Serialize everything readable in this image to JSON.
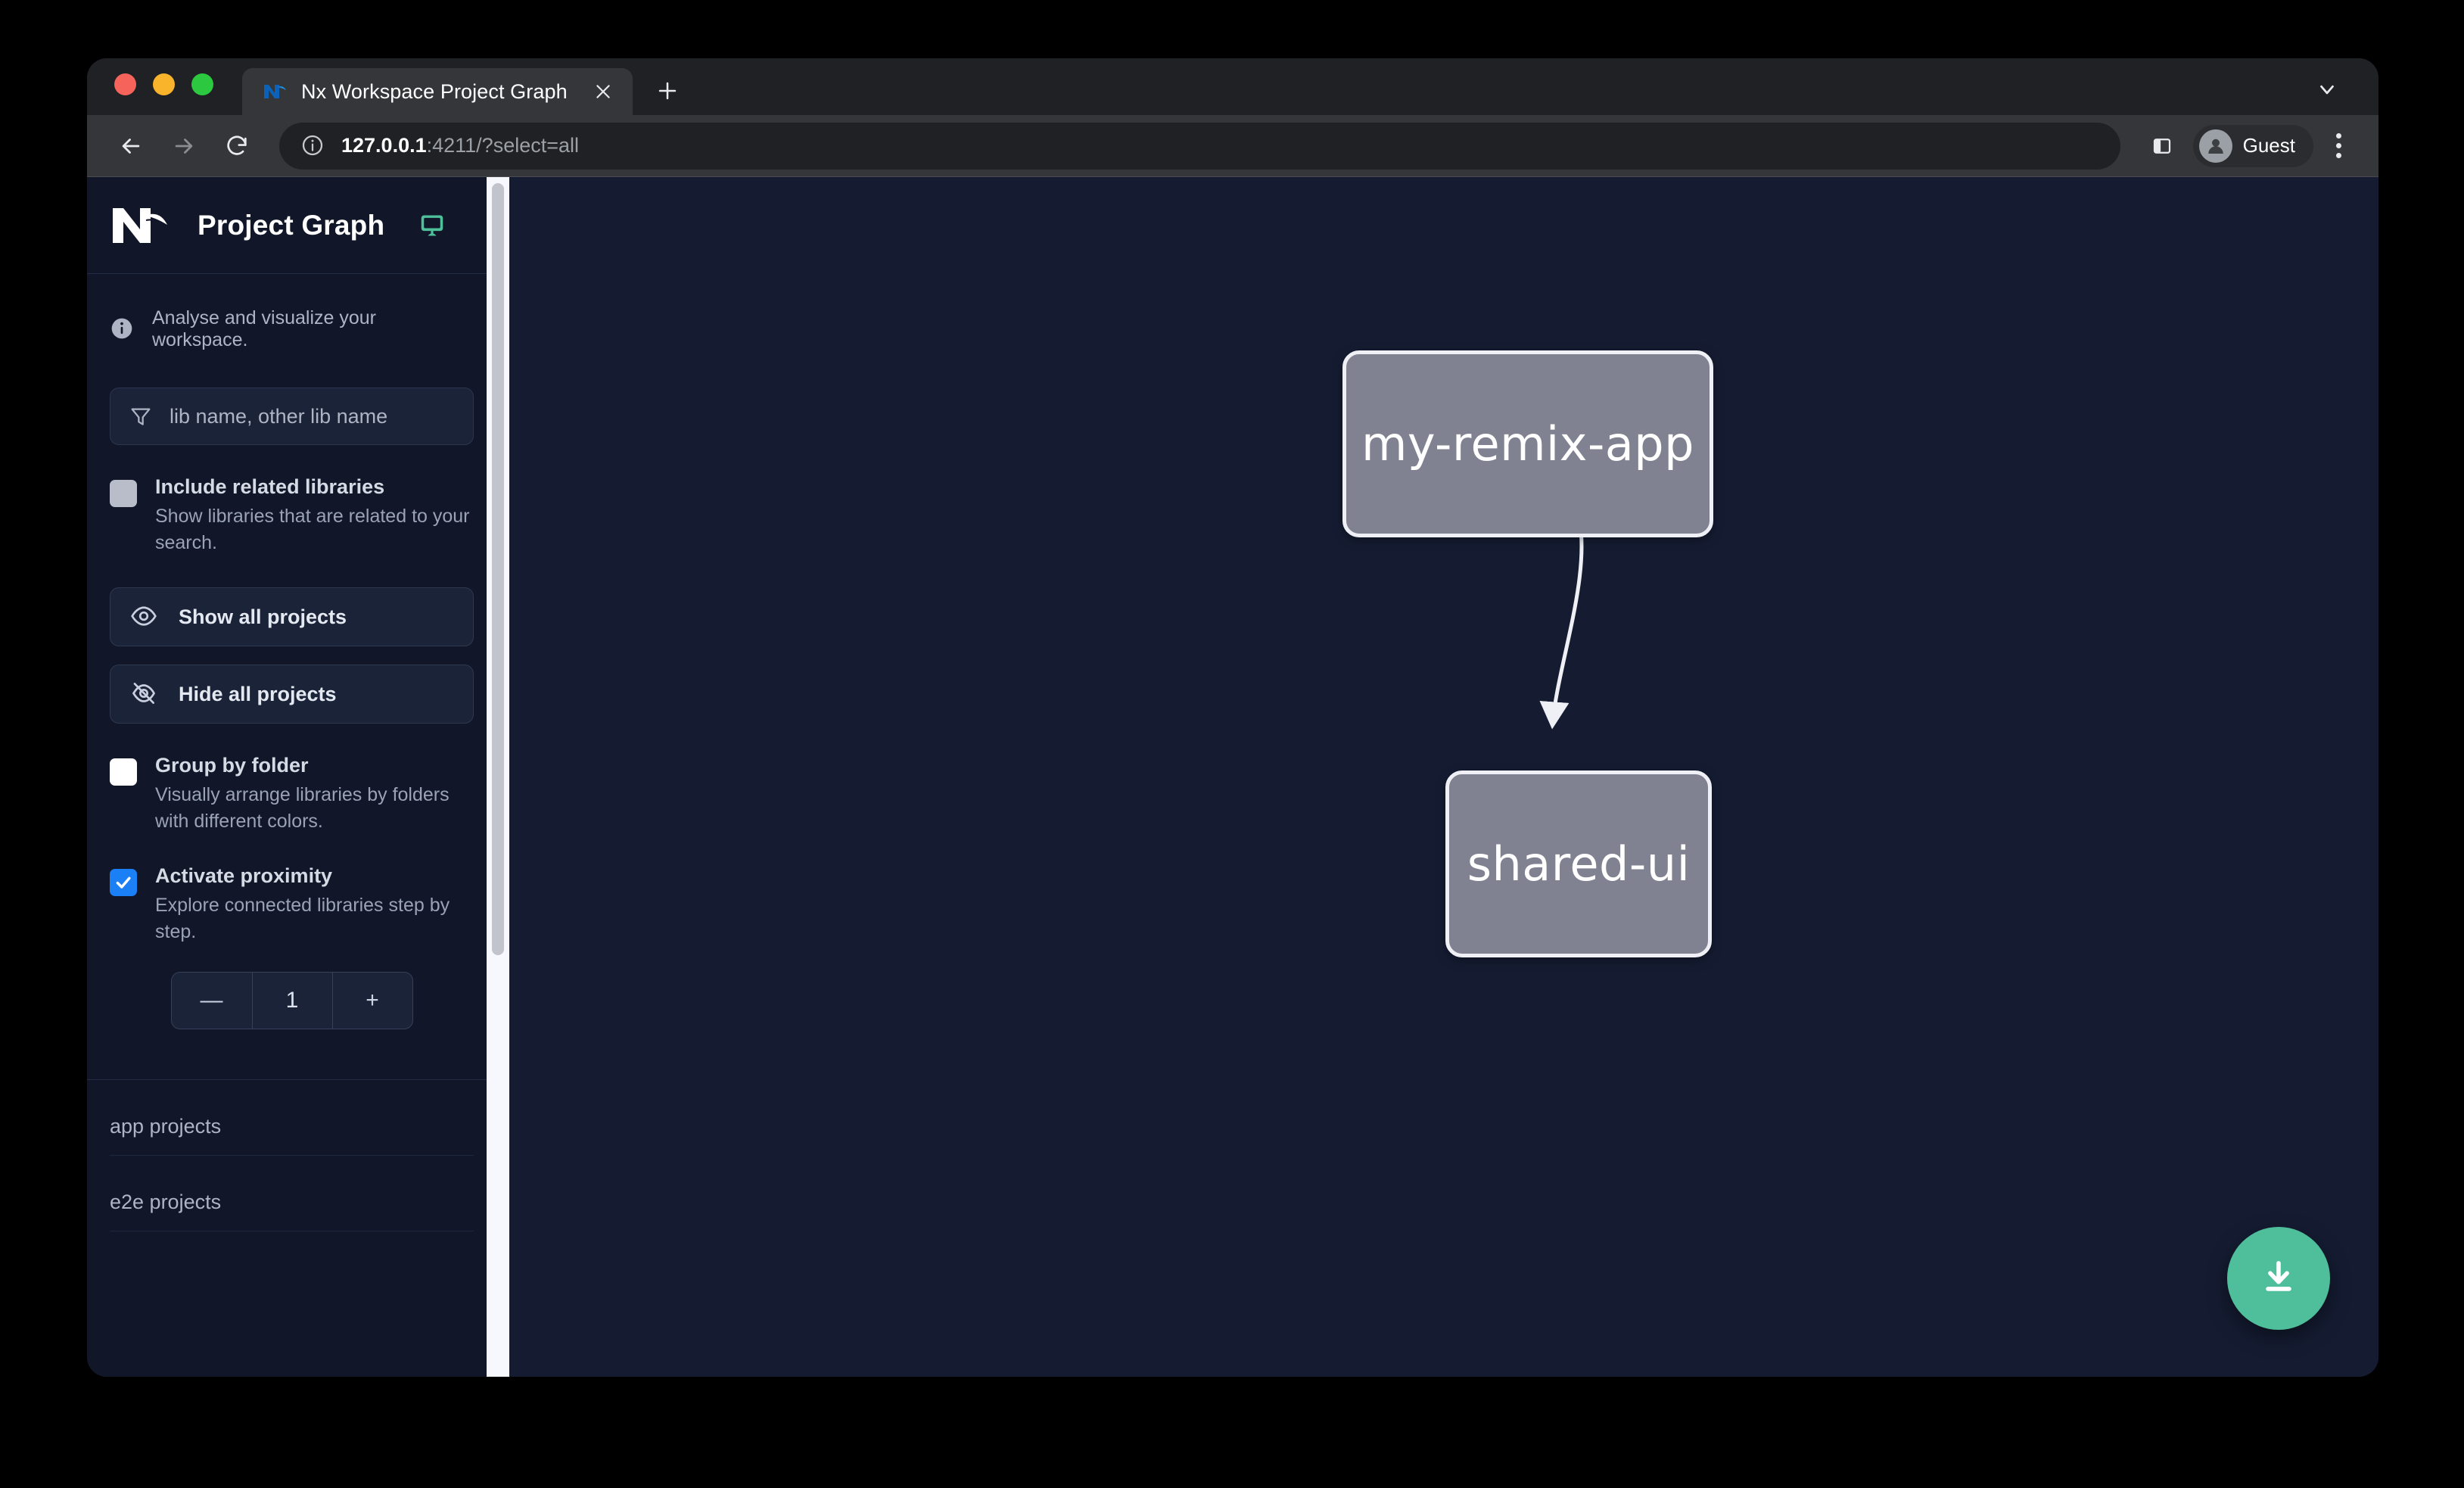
{
  "browser": {
    "tab": {
      "title": "Nx Workspace Project Graph",
      "favicon_icon": "nx-logo-icon",
      "close_icon": "close-icon"
    },
    "new_tab_icon": "plus-icon",
    "tabstrip_chevron_icon": "chevron-down-icon",
    "toolbar": {
      "back_icon": "arrow-left-icon",
      "forward_icon": "arrow-right-icon",
      "reload_icon": "reload-icon",
      "site_info_icon": "info-circle-icon",
      "url_host": "127.0.0.1",
      "url_rest": ":4211/?select=all",
      "url_full": "127.0.0.1:4211/?select=all",
      "side_panel_icon": "side-panel-icon",
      "profile_icon": "person-avatar-icon",
      "profile_label": "Guest",
      "menu_icon": "kebab-menu-icon"
    }
  },
  "sidebar": {
    "logo_icon": "nx-logo-icon",
    "title": "Project Graph",
    "display_icon": "monitor-icon",
    "blurb": {
      "icon": "info-icon",
      "text": "Analyse and visualize your workspace."
    },
    "filter": {
      "icon": "funnel-filter-icon",
      "value": "",
      "placeholder": "lib name, other lib name"
    },
    "options": [
      {
        "id": "include-related-libraries",
        "title": "Include related libraries",
        "description": "Show libraries that are related to your search.",
        "checked": false,
        "checkbox_style": "grey"
      },
      {
        "id": "group-by-folder",
        "title": "Group by folder",
        "description": "Visually arrange libraries by folders with different colors.",
        "checked": false,
        "checkbox_style": "white"
      },
      {
        "id": "activate-proximity",
        "title": "Activate proximity",
        "description": "Explore connected libraries step by step.",
        "checked": true,
        "checkbox_style": "blue"
      }
    ],
    "buttons": [
      {
        "id": "show-all-projects",
        "label": "Show all projects",
        "icon": "eye-icon"
      },
      {
        "id": "hide-all-projects",
        "label": "Hide all projects",
        "icon": "eye-off-icon"
      }
    ],
    "stepper": {
      "decrement_label": "—",
      "value": "1",
      "increment_label": "+"
    },
    "groups": [
      {
        "id": "app-projects",
        "label": "app projects"
      },
      {
        "id": "e2e-projects",
        "label": "e2e projects"
      }
    ],
    "scrollbar": {
      "visible": true
    }
  },
  "graph": {
    "nodes": [
      {
        "id": "my-remix-app",
        "label": "my-remix-app",
        "type": "app"
      },
      {
        "id": "shared-ui",
        "label": "shared-ui",
        "type": "lib"
      }
    ],
    "edges": [
      {
        "from": "my-remix-app",
        "to": "shared-ui"
      }
    ],
    "download_button": {
      "icon": "download-icon",
      "color": "#4fbf9b"
    }
  },
  "colors": {
    "page_background": "#10172b",
    "canvas_background": "#151c32",
    "sidebar_background": "#111729",
    "node_fill": "#808291",
    "node_border": "#eef0f5",
    "accent_green": "#4fbf9b",
    "accent_blue": "#1b7ff5"
  }
}
